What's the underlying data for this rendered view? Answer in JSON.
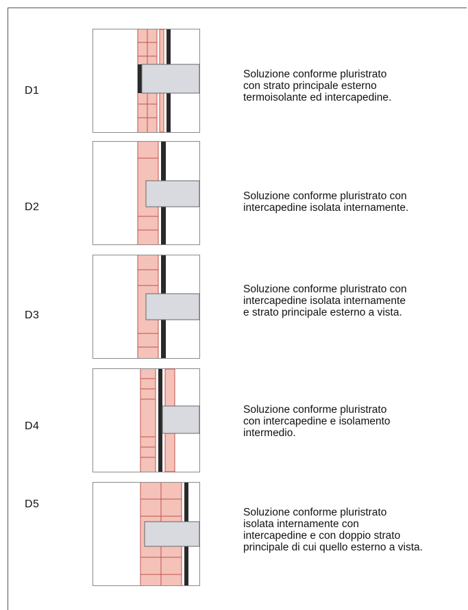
{
  "items": [
    {
      "label": "D1",
      "description": "Soluzione conforme pluristrato\ncon strato principale esterno\ntermoisolante ed intercapedine."
    },
    {
      "label": "D2",
      "description": "Soluzione conforme pluristrato con\nintercapedine isolata internamente."
    },
    {
      "label": "D3",
      "description": "Soluzione conforme pluristrato con\nintercapedine isolata internamente\ne strato principale esterno a vista."
    },
    {
      "label": "D4",
      "description": "Soluzione conforme pluristrato\ncon intercapedine e isolamento\nintermedio."
    },
    {
      "label": "D5",
      "description": "Soluzione conforme pluristrato\nisolata internamente con\nintercapedine e con doppio strato\nprincipale di cui quello esterno a vista."
    }
  ],
  "colors": {
    "brick": "#f4c2b8",
    "brick_line": "#c0504d",
    "slab": "#d9d9e0",
    "dark_layer": "#2a2a2a",
    "frame": "#555555"
  }
}
